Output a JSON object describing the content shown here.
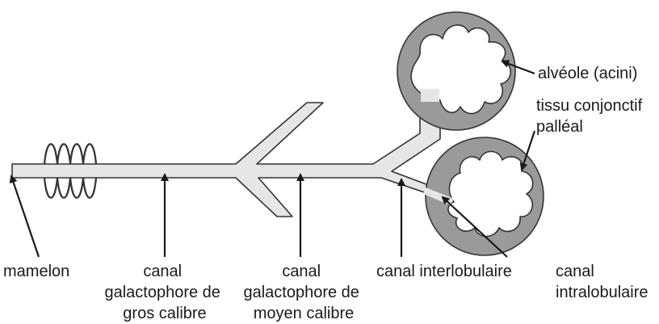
{
  "labels": {
    "mamelon": "mamelon",
    "gros_calibre": [
      "canal",
      "galactophore de",
      "gros calibre"
    ],
    "moyen_calibre": [
      "canal",
      "galactophore de",
      "moyen calibre"
    ],
    "interlobulaire": "canal interlobulaire",
    "intralobulaire": [
      "canal",
      "intralobulaire"
    ],
    "alveole": "alvéole (acini)",
    "tissu": [
      "tissu conjonctif",
      "palléal"
    ]
  },
  "colors": {
    "duct_fill": "#e6e6e6",
    "connective_tissue": "#9a9a9a",
    "outline": "#333333",
    "text": "#1a1a1a",
    "background": "#ffffff"
  }
}
